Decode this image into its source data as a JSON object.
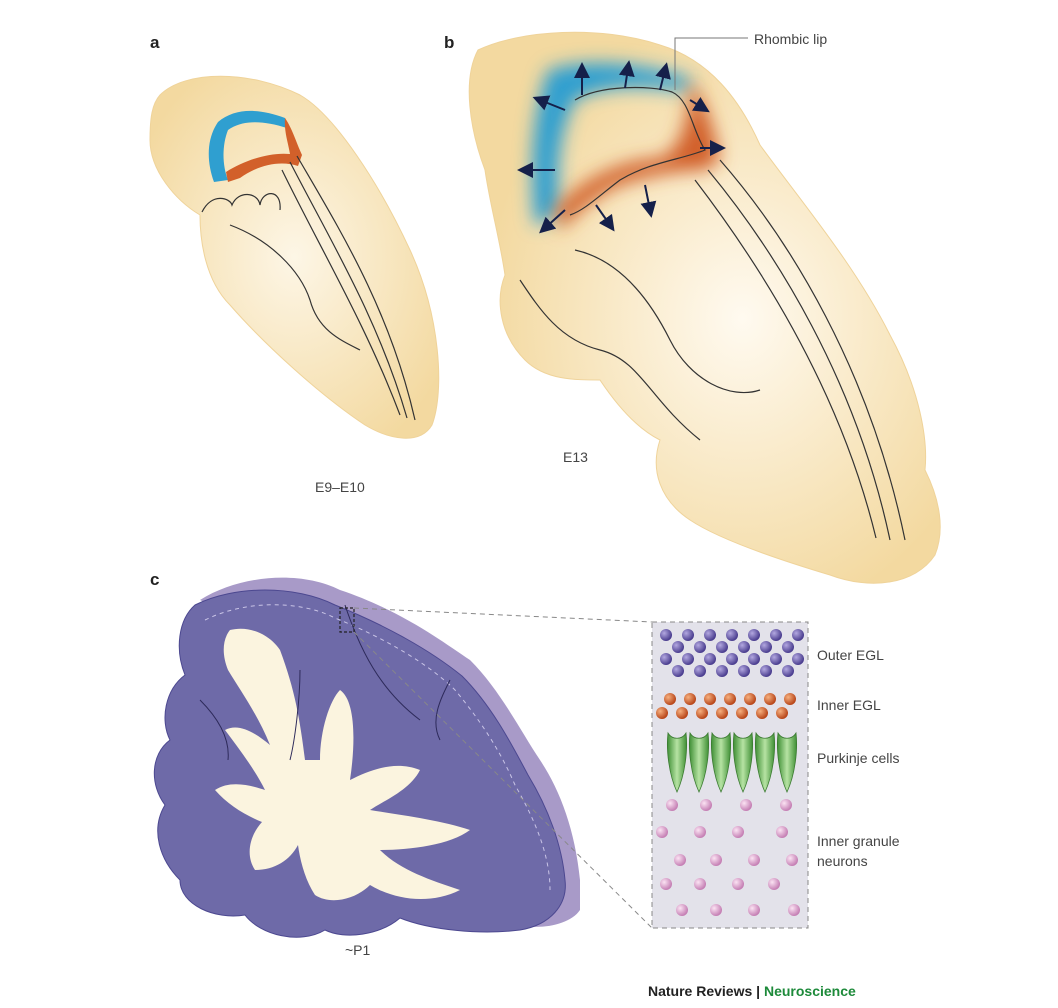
{
  "panels": {
    "a": {
      "letter": "a",
      "stage": "E9–E10"
    },
    "b": {
      "letter": "b",
      "stage": "E13",
      "annotation": "Rhombic lip"
    },
    "c": {
      "letter": "c",
      "stage": "~P1",
      "layers": [
        {
          "label": "Outer EGL",
          "color": "#6b5aa8"
        },
        {
          "label": "Inner EGL",
          "color": "#d2602a"
        },
        {
          "label": "Purkinje cells",
          "color": "#6fb85a"
        },
        {
          "label": "Inner granule\nneurons",
          "color": "#e0a7cf"
        }
      ]
    }
  },
  "colors": {
    "embryo": "#f7e2b0",
    "blue_domain": "#2f9fd0",
    "red_domain": "#d2602a",
    "cerebellum": "#6e6aa8",
    "egl_rim": "#a89ac8",
    "white_matter": "#fbf4df",
    "inset_bg": "#e3e2ea"
  },
  "credit": {
    "journal": "Nature Reviews | ",
    "subject": "Neuroscience"
  }
}
